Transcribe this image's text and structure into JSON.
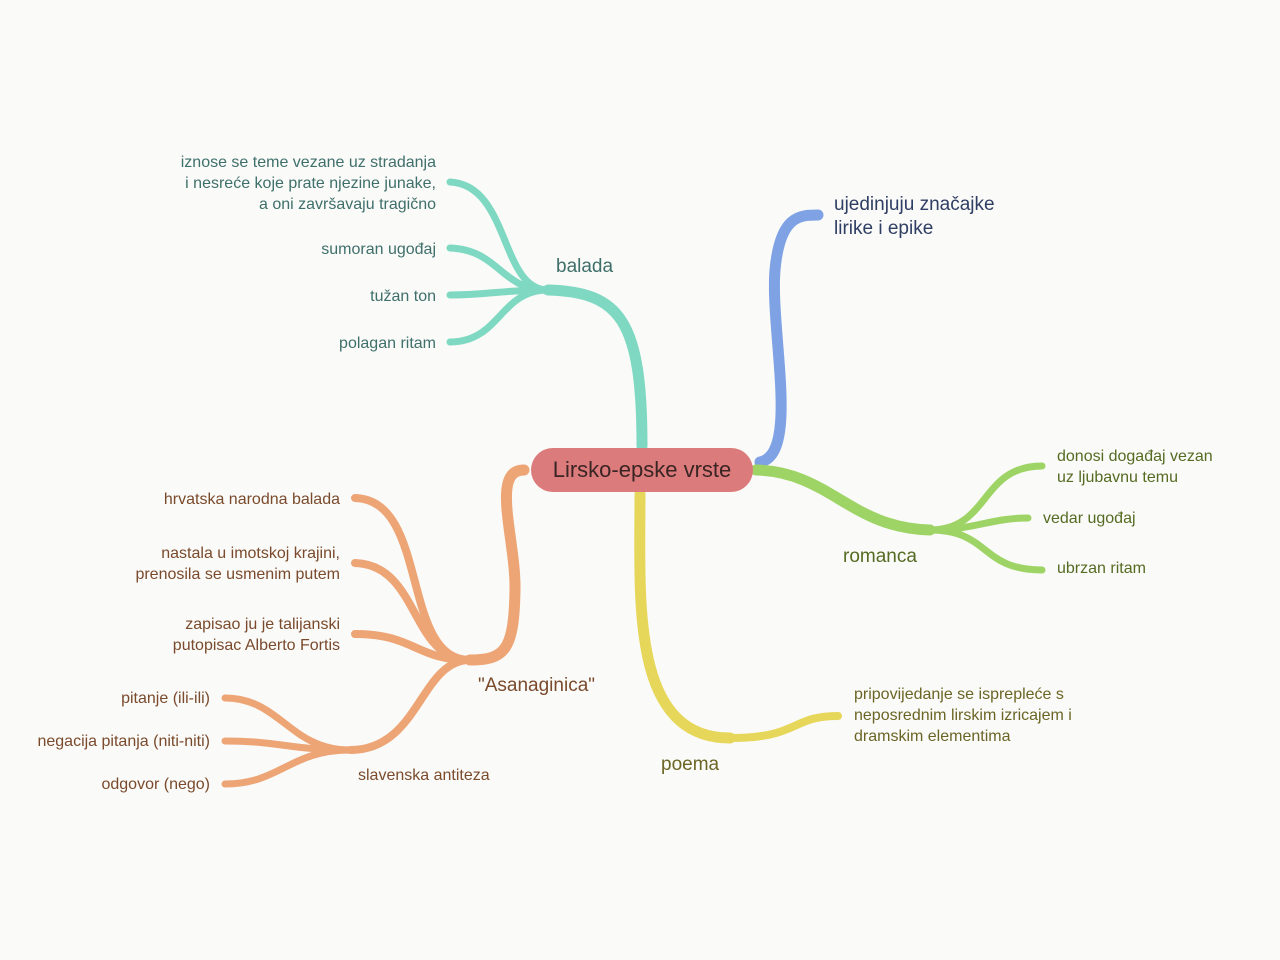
{
  "root": {
    "label": "Lirsko-epske vrste"
  },
  "colors": {
    "root": "#dc7b7b",
    "balada": "#7fd9c2",
    "ujedinjuju": "#7ea2e3",
    "romanca": "#9ed465",
    "poema": "#e6d75a",
    "asanaginica": "#eda576"
  },
  "branches": {
    "balada": {
      "label": "balada",
      "children": [
        "iznose se teme vezane uz stradanja\ni nesreće koje prate njezine junake,\na oni završavaju tragično",
        "sumoran ugođaj",
        "tužan ton",
        "polagan ritam"
      ]
    },
    "ujedinjuju": {
      "label": "ujedinjuju značajke\nlirike i epike"
    },
    "romanca": {
      "label": "romanca",
      "children": [
        "donosi događaj vezan\nuz ljubavnu temu",
        "vedar ugođaj",
        "ubrzan ritam"
      ]
    },
    "poema": {
      "label": "poema",
      "children": [
        "pripovijedanje se isprepleće s\nneposrednim lirskim izricajem i\ndramskim elementima"
      ]
    },
    "asanaginica": {
      "label": "\"Asanaginica\"",
      "children": [
        "hrvatska narodna balada",
        "nastala u imotskoj krajini,\nprenosila se usmenim putem",
        "zapisao ju je talijanski\nputopisac Alberto Fortis"
      ],
      "antiteza": {
        "label": "slavenska antiteza",
        "children": [
          "pitanje (ili-ili)",
          "negacija pitanja (niti-niti)",
          "odgovor (nego)"
        ]
      }
    }
  }
}
